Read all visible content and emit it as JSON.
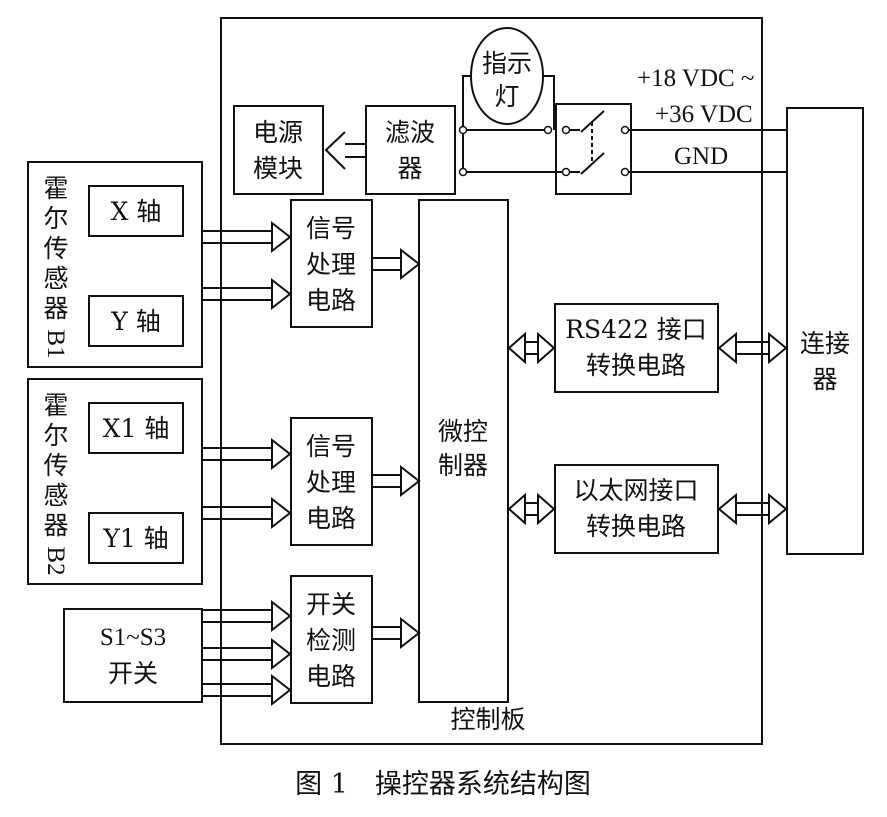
{
  "board": {
    "label": "控制板"
  },
  "indicator_light": {
    "line1": "指示",
    "line2": "灯"
  },
  "power_module": {
    "line1": "电源",
    "line2": "模块"
  },
  "filter": {
    "line1": "滤波",
    "line2": "器"
  },
  "supply": {
    "voltage_line1": "+18 VDC ~",
    "voltage_line2": "+36 VDC",
    "ground": "GND"
  },
  "sensor_b1": {
    "chars": [
      "霍",
      "尔",
      "传",
      "感",
      "器",
      "B1"
    ],
    "axis_x": "X 轴",
    "axis_y": "Y 轴"
  },
  "sensor_b2": {
    "chars": [
      "霍",
      "尔",
      "传",
      "感",
      "器",
      "B2"
    ],
    "axis_x": "X1 轴",
    "axis_y": "Y1 轴"
  },
  "switches": {
    "line1": "S1~S3",
    "line2": "开关"
  },
  "signal_proc_1": {
    "line1": "信号",
    "line2": "处理",
    "line3": "电路"
  },
  "signal_proc_2": {
    "line1": "信号",
    "line2": "处理",
    "line3": "电路"
  },
  "switch_detect": {
    "line1": "开关",
    "line2": "检测",
    "line3": "电路"
  },
  "mcu": {
    "line1": "微控",
    "line2": "制器"
  },
  "rs422": {
    "line1": "RS422 接口",
    "line2": "转换电路"
  },
  "ethernet": {
    "line1": "以太网接口",
    "line2": "转换电路"
  },
  "connector": {
    "line1": "连接",
    "line2": "器"
  },
  "caption": "图 1　操控器系统结构图"
}
